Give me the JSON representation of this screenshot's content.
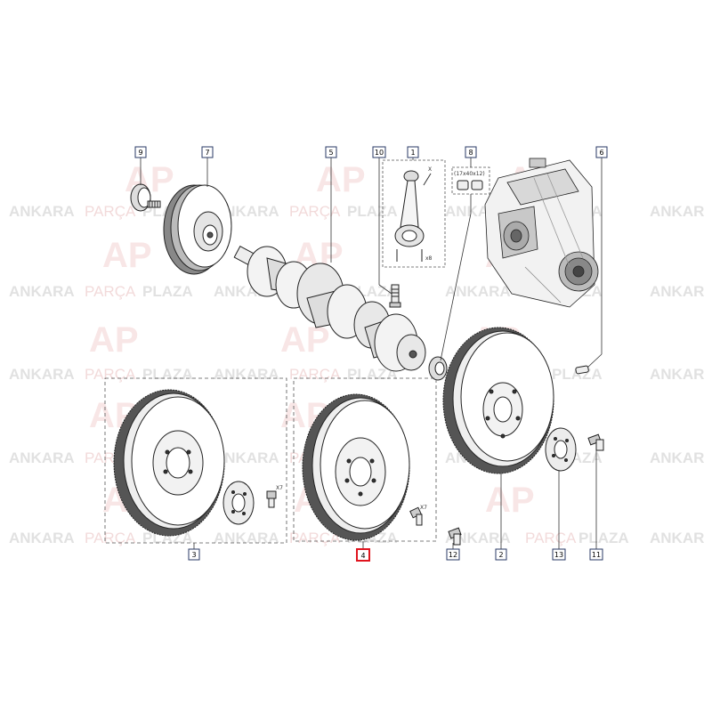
{
  "watermark": {
    "word1": "ANKARA",
    "word2": "PARÇA",
    "word3": "PLAZA",
    "word_tail": "ANKAR",
    "logo_text": "AP",
    "color_dark": "#d2d2d2",
    "color_accent": "#efc8c8"
  },
  "callouts": {
    "c1": "1",
    "c2": "2",
    "c3": "3",
    "c4": "4",
    "c5": "5",
    "c6": "6",
    "c7": "7",
    "c8": "8",
    "c9": "9",
    "c10": "10",
    "c11": "11",
    "c12": "12",
    "c13": "13"
  },
  "notes": {
    "x": "X",
    "x8": "x8",
    "bearing_size": "(17x40x12)",
    "x7_left": "X7",
    "x7_mid": "X7"
  },
  "colors": {
    "callout_box": "#2a3a66",
    "callout_selected": "#e0141e",
    "line": "#222222",
    "dash": "#555555"
  }
}
